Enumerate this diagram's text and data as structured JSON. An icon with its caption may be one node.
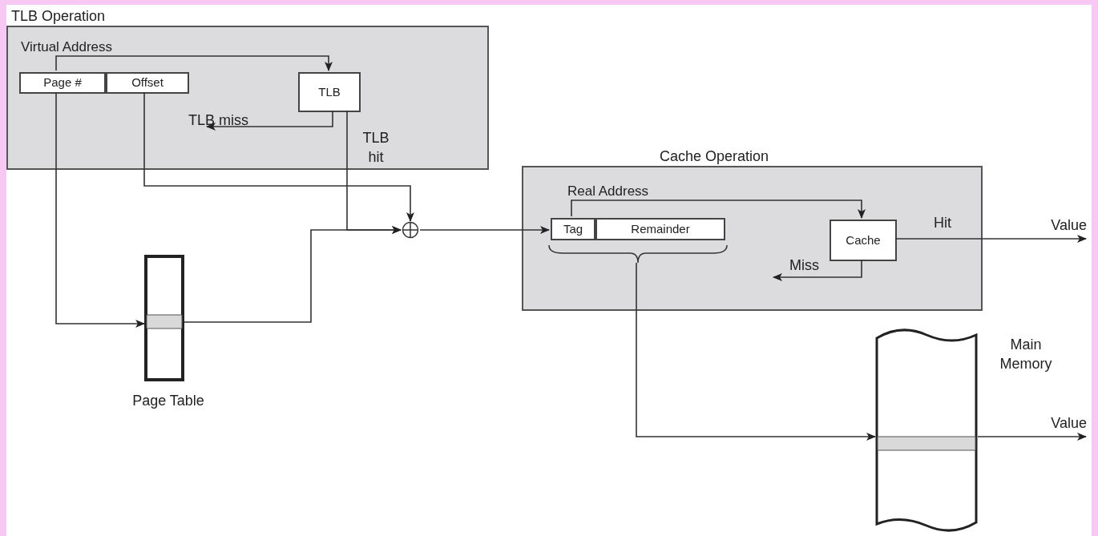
{
  "diagram": {
    "nodes": [
      {
        "text": [
          "TLB Operation"
        ]
      },
      {
        "text": [
          "Page #"
        ],
        "in": 0
      },
      {
        "text": [
          "Offset"
        ],
        "in": 0
      },
      {
        "text": [
          "TLB"
        ],
        "in": 0
      },
      {
        "text": [],
        "shape": "circle"
      },
      {
        "text": [],
        "shape": "bar",
        "beside": [
          "Page Table"
        ]
      },
      {
        "text": [
          "Cache Operation"
        ]
      },
      {
        "text": [
          "Tag"
        ],
        "in": 6
      },
      {
        "text": [
          "Remainder"
        ],
        "in": 6
      },
      {
        "text": [],
        "shape": "brace",
        "in": 6
      },
      {
        "text": [
          "Cache"
        ],
        "in": 6
      },
      {
        "text": [],
        "shape": "bar",
        "beside": [
          "Main Memory"
        ]
      },
      {
        "text": [
          "Value"
        ]
      },
      {
        "text": [
          "Value"
        ]
      }
    ],
    "edges": [
      {
        "from": 1,
        "to": 3,
        "arrow": "to"
      },
      {
        "from": 3,
        "to": null,
        "arrow": "to",
        "label": "TLB miss"
      },
      {
        "from": 3,
        "to": 4,
        "arrow": "to",
        "label": "TLB hit"
      },
      {
        "from": 2,
        "to": 4,
        "arrow": "to"
      },
      {
        "from": 1,
        "to": 5,
        "arrow": "to"
      },
      {
        "from": 5,
        "to": 4,
        "arrow": "to"
      },
      {
        "from": 4,
        "to": 7,
        "arrow": "to"
      },
      {
        "from": 7,
        "to": 10,
        "arrow": "to"
      },
      {
        "from": 10,
        "to": 12,
        "arrow": "to",
        "label": "Hit"
      },
      {
        "from": 10,
        "to": null,
        "arrow": "to",
        "label": "Miss"
      },
      {
        "from": 9,
        "to": 11,
        "arrow": "to"
      },
      {
        "from": 11,
        "to": 13,
        "arrow": "to"
      }
    ],
    "labels": [
      "Virtual Address",
      "Real Address"
    ]
  }
}
